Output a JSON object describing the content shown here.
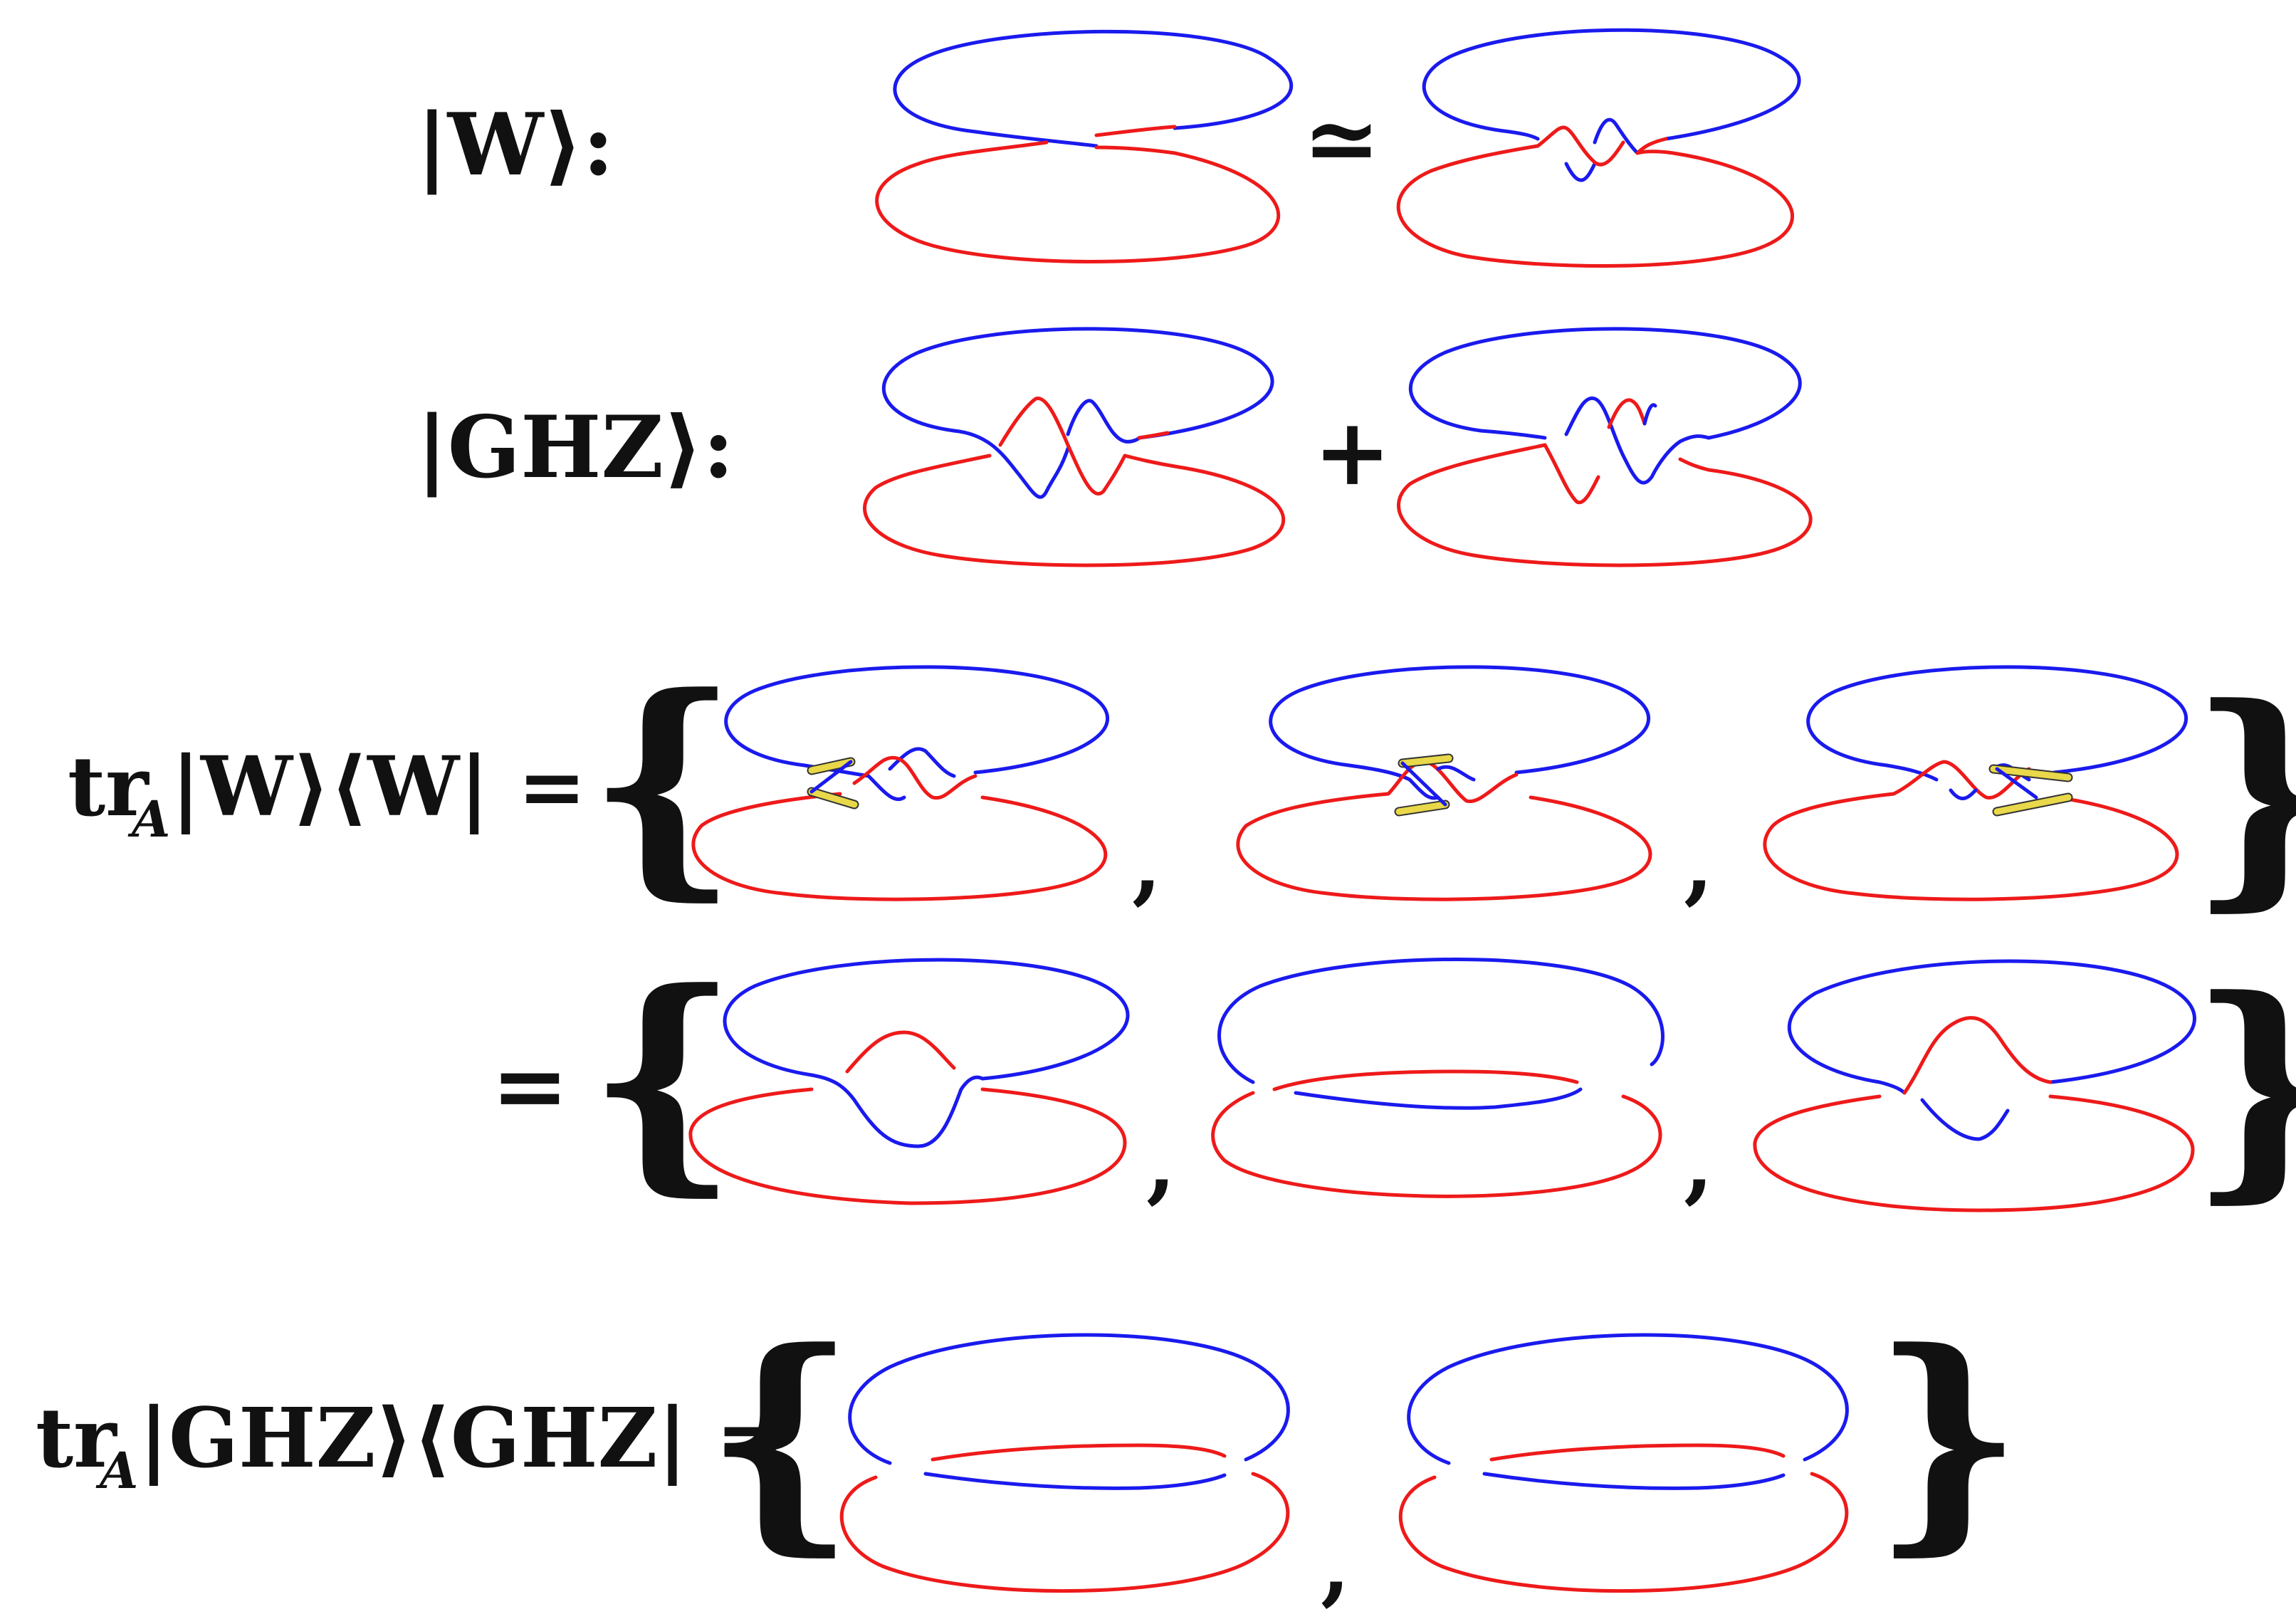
{
  "labels": {
    "w_state": "|W⟩:",
    "ghz_state": "|GHZ⟩:",
    "equiv_symbol": "≃",
    "plus_symbol": "+",
    "tr_w": "tr",
    "tr_w_sub": "A",
    "tr_w_rest": "|W⟩⟨W| =",
    "tr_ghz": "tr",
    "tr_ghz_sub": "A",
    "tr_ghz_rest": "|GHZ⟩⟨GHZ| =",
    "equals": "=",
    "comma": ",",
    "brace_open": "{",
    "brace_close": "}"
  },
  "colors": {
    "blue": "#1a1aee",
    "red": "#ee1a1a",
    "yellow": "#e8d84a",
    "text": "#111111"
  }
}
